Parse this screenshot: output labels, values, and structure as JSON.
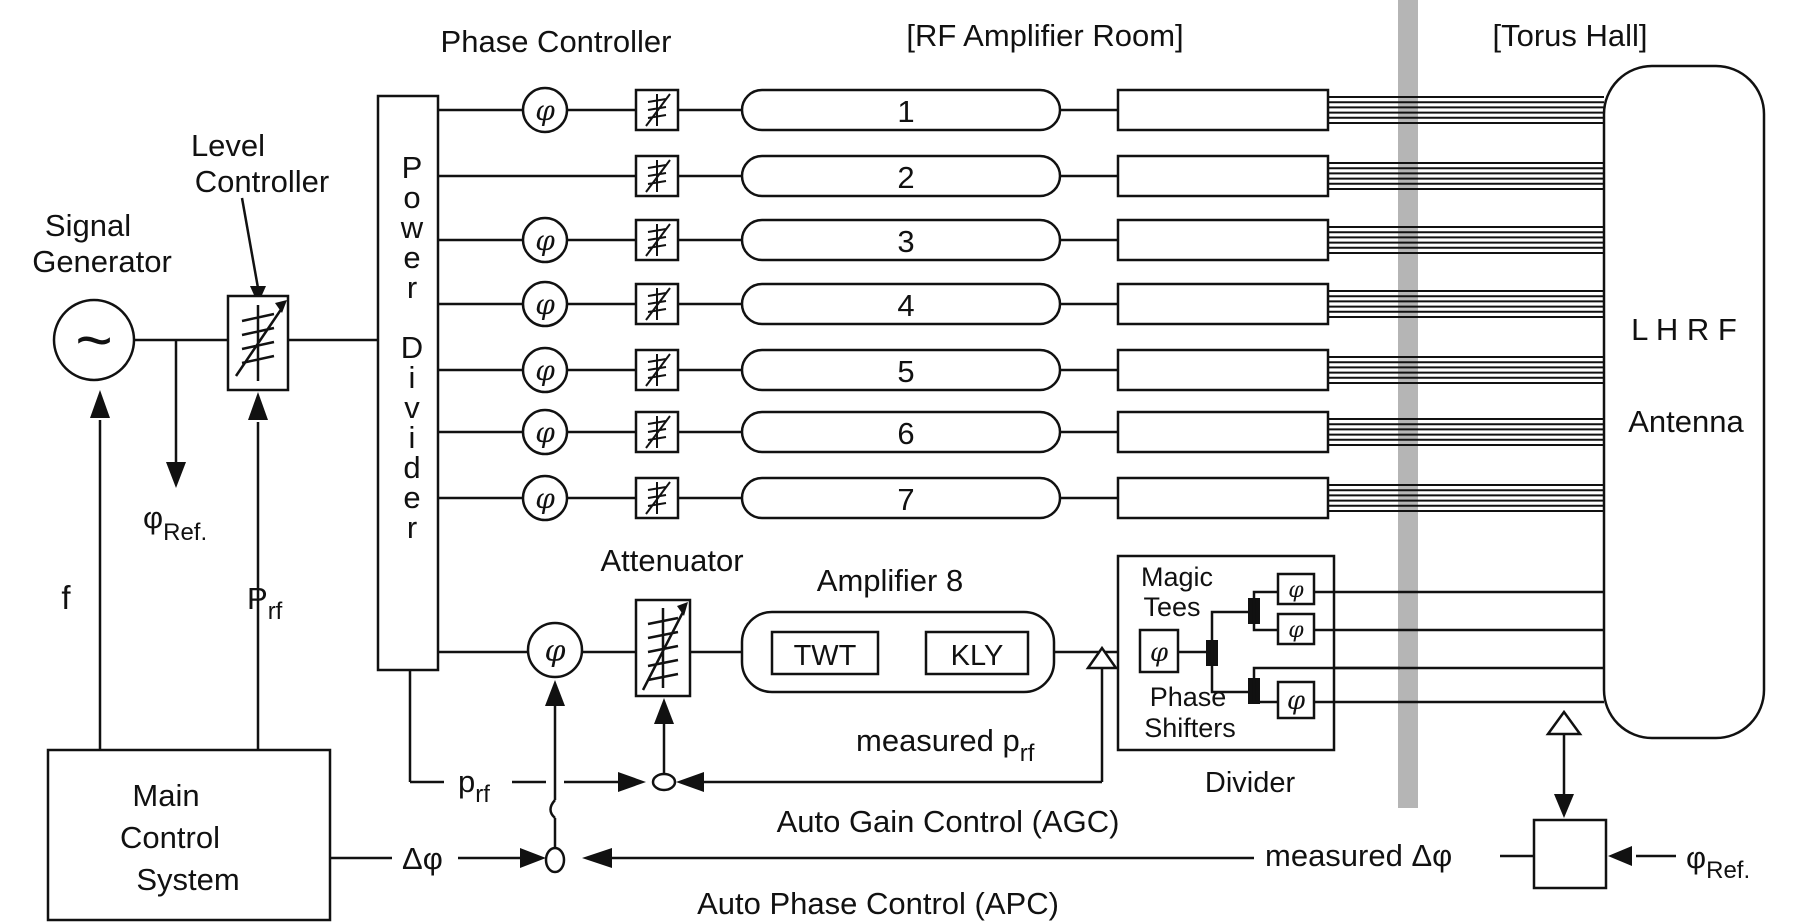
{
  "labels": {
    "phase_controller": "Phase Controller",
    "rf_amp_room": "[RF Amplifier Room]",
    "torus_hall": "[Torus Hall]",
    "level_controller_1": "Level",
    "level_controller_2": "Controller",
    "signal_generator_1": "Signal",
    "signal_generator_2": "Generator",
    "power_divider_chars": [
      "P",
      "o",
      "w",
      "e",
      "r",
      "",
      "D",
      "i",
      "v",
      "i",
      "d",
      "e",
      "r"
    ],
    "antenna_1": "L H R F",
    "antenna_2": "Antenna",
    "attenuator": "Attenuator",
    "amplifier8": "Amplifier 8",
    "twt": "TWT",
    "kly": "KLY",
    "magic_tees_1": "Magic",
    "magic_tees_2": "Tees",
    "phase_shifters_1": "Phase",
    "phase_shifters_2": "Shifters",
    "divider": "Divider",
    "measured_prf_main": "measured p",
    "measured_prf_sub": "rf",
    "prf_main": "p",
    "prf_sub": "rf",
    "agc": "Auto Gain Control (AGC)",
    "apc": "Auto Phase Control (APC)",
    "delta_phi": "Δφ",
    "measured_dphi": "measured Δφ",
    "phi_ref_main": "φ",
    "phi_ref_sub": "Ref.",
    "f": "f",
    "Prf_main": "P",
    "Prf_sub": "rf",
    "main_control_1": "Main",
    "main_control_2": "Control",
    "main_control_3": "System",
    "phi_symbol": "φ",
    "sine_symbol": "~"
  },
  "amplifiers": [
    "1",
    "2",
    "3",
    "4",
    "5",
    "6",
    "7"
  ],
  "colors": {
    "line": "#111111",
    "hall_wall": "#b5b5b5"
  }
}
